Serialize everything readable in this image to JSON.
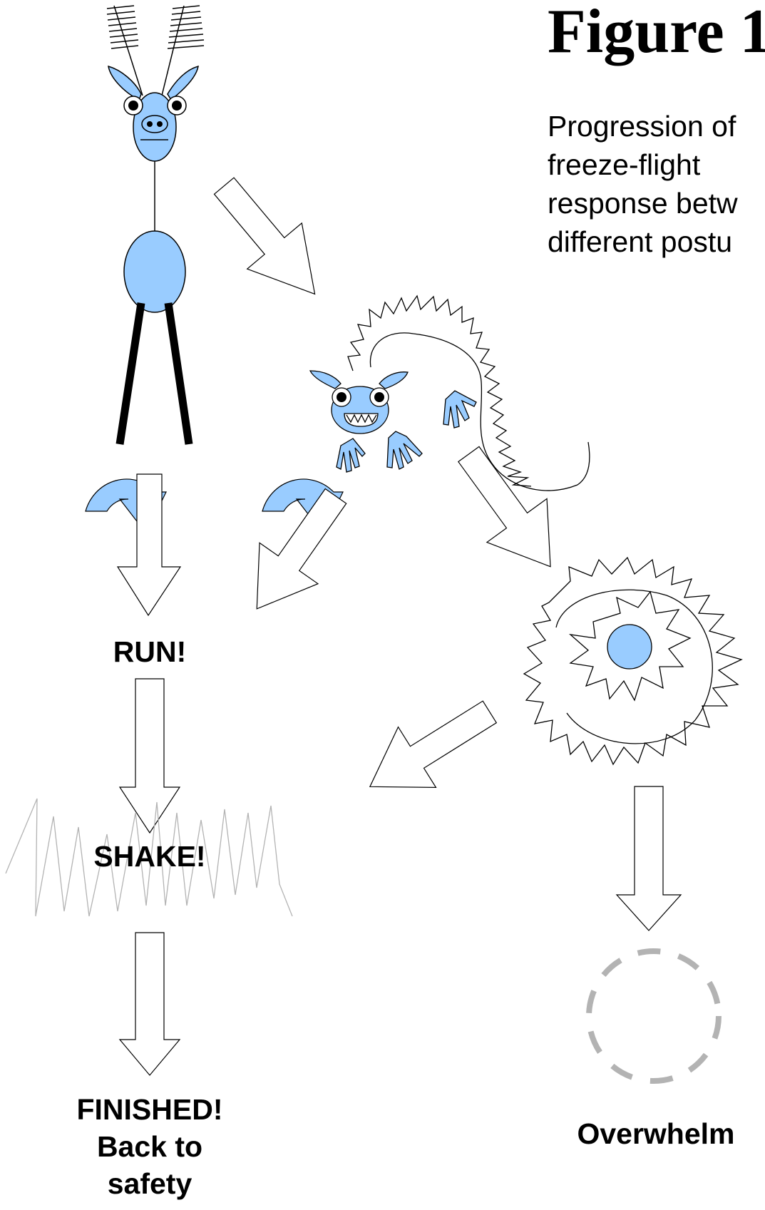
{
  "figure": {
    "title": "Figure 1",
    "description": "Progression of\nfreeze-flight\nresponse betw\ndifferent postu"
  },
  "labels": {
    "run": "RUN!",
    "shake": "SHAKE!",
    "finished": "FINISHED!\nBack to\nsafety",
    "overwhelm": "Overwhelm"
  },
  "colors": {
    "body_fill": "#99ccff",
    "outline": "#000000",
    "legs": "#000000",
    "arrow_fill": "#ffffff",
    "shake_line": "#b3b3b3",
    "overwhelm_ring": "#b3b3b3"
  }
}
